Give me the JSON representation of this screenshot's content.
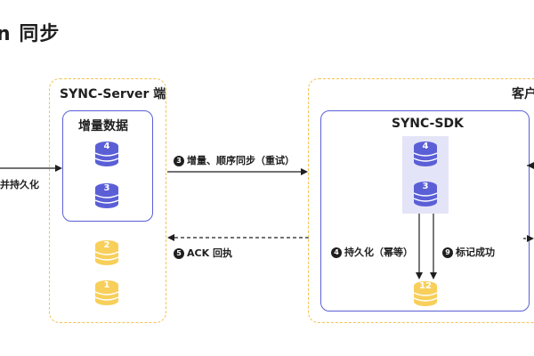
{
  "title": "n 同步",
  "server": {
    "title": "SYNC-Server 端",
    "incremental_title": "增量数据"
  },
  "client": {
    "title": "客户",
    "sdk_title": "SYNC-SDK"
  },
  "left_label": "并持久化",
  "arrows": {
    "step3": {
      "num": "3",
      "text": "增量、顺序同步（重试）"
    },
    "step5": {
      "num": "5",
      "text": "ACK 回执"
    },
    "step4": {
      "num": "4",
      "text": "持久化（幂等）"
    },
    "step9": {
      "num": "9",
      "text": "标记成功"
    }
  },
  "db": {
    "server_purple": [
      "4",
      "3"
    ],
    "server_yellow": [
      "2",
      "1"
    ],
    "sdk_purple": [
      "4",
      "3"
    ],
    "sdk_yellow": "12"
  },
  "colors": {
    "purple": "#5b5fd6",
    "yellow": "#f7cf5a",
    "dash": "#f3c24f",
    "highlight": "#e4e4f8"
  }
}
